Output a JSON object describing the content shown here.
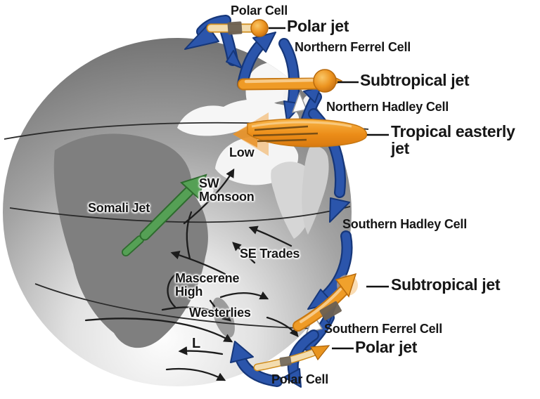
{
  "diagram": {
    "type": "atmospheric-circulation-globe",
    "labels": {
      "polar_cell_north": "Polar Cell",
      "polar_jet_north": "Polar jet",
      "northern_ferrel_cell": "Northern Ferrel Cell",
      "subtropical_jet_north": "Subtropical jet",
      "northern_hadley_cell": "Northern Hadley Cell",
      "tropical_easterly_jet": "Tropical easterly jet",
      "low": "Low",
      "sw_monsoon": "SW Monsoon",
      "somali_jet": "Somali Jet",
      "se_trades": "SE Trades",
      "southern_hadley_cell": "Southern Hadley Cell",
      "mascerene_high": "Mascerene High",
      "subtropical_jet_south": "Subtropical jet",
      "westerlies": "Westerlies",
      "low_pressure_marker": "L",
      "southern_ferrel_cell": "Southern Ferrel Cell",
      "polar_jet_south": "Polar jet",
      "polar_cell_south": "Polar Cell"
    },
    "colors": {
      "jet_orange": "#ef9b26",
      "jet_cream": "#f3dcae",
      "cell_arrow_blue": "#2b55ab",
      "monsoon_green": "#55a055",
      "wind_arrow_black": "#1c1c1c",
      "globe_dark": "#6b6b6b",
      "land_light": "#f6f6f6",
      "land_dark": "#7f7f7f",
      "background": "#ffffff"
    }
  }
}
